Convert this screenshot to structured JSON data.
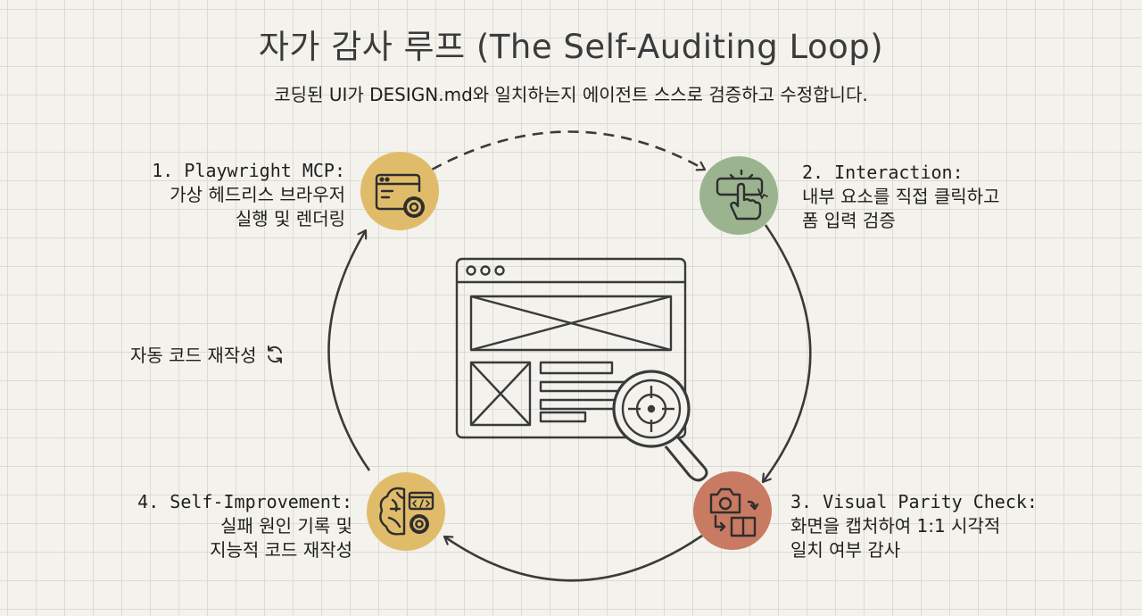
{
  "title": "자가 감사 루프 (The Self-Auditing Loop)",
  "subtitle": "코딩된 UI가 DESIGN.md와 일치하는지 에이전트 스스로 검증하고 수정합니다.",
  "steps": [
    {
      "heading": "1. Playwright MCP:",
      "line1": "가상 헤드리스 브라우저",
      "line2": "실행 및 렌더링",
      "color": "#e0bc6a",
      "icon": "browser-gear-icon"
    },
    {
      "heading": "2. Interaction:",
      "line1": "내부 요소를 직접 클릭하고",
      "line2": "폼 입력 검증",
      "color": "#9cb38f",
      "icon": "tap-click-icon"
    },
    {
      "heading": "3. Visual Parity Check:",
      "line1": "화면을 캡처하여 1:1 시각적",
      "line2": "일치 여부 감사",
      "color": "#c87a62",
      "icon": "camera-compare-icon"
    },
    {
      "heading": "4. Self-Improvement:",
      "line1": "실패 원인 기록 및",
      "line2": "지능적 코드 재작성",
      "color": "#e0bc6a",
      "icon": "brain-code-gear-icon"
    }
  ],
  "loop_note": "자동 코드 재작성",
  "center_icon": "wireframe-magnifier-icon"
}
